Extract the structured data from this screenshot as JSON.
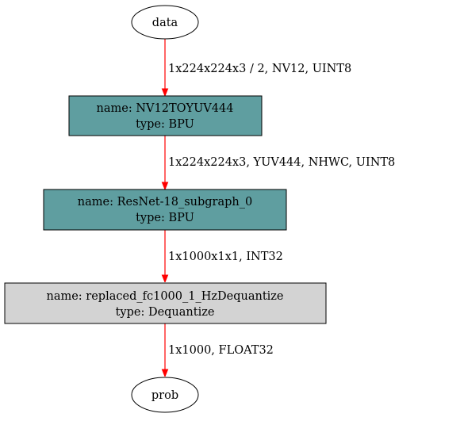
{
  "colors": {
    "edge": "#ff0000",
    "bpu_fill": "#5f9ea0",
    "dequant_fill": "#d3d3d3",
    "stroke": "#000000",
    "background": "#ffffff"
  },
  "nodes": {
    "data": {
      "label": "data"
    },
    "nv12": {
      "name": "name: NV12TOYUV444",
      "type": "type: BPU"
    },
    "resnet": {
      "name": "name: ResNet-18_subgraph_0",
      "type": "type: BPU"
    },
    "dequant": {
      "name": "name: replaced_fc1000_1_HzDequantize",
      "type": "type: Dequantize"
    },
    "prob": {
      "label": "prob"
    }
  },
  "edges": {
    "e1": "1x224x224x3 / 2, NV12, UINT8",
    "e2": "1x224x224x3, YUV444, NHWC, UINT8",
    "e3": "1x1000x1x1, INT32",
    "e4": "1x1000, FLOAT32"
  }
}
